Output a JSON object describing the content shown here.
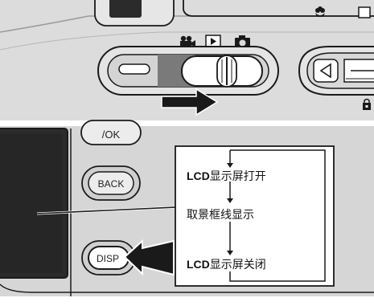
{
  "top_panel": {
    "mode_icons": {
      "movie": "movie-camera-icon",
      "playback": "playback-triangle-icon",
      "camera": "still-camera-icon"
    },
    "macro_icon": "flower-macro-icon",
    "left_arrow_button_icon": "left-triangle-icon",
    "slide_direction_arrow": "right-arrow-icon",
    "lock_icon": "lock-icon"
  },
  "bottom_panel": {
    "ok_label": "/OK",
    "back_label": "BACK",
    "disp_label": "DISP",
    "cycle": [
      {
        "latin": "LCD",
        "cjk": "显示屏打开"
      },
      {
        "latin": "",
        "cjk": "取景框线显示"
      },
      {
        "latin": "LCD",
        "cjk": "显示屏关闭"
      }
    ]
  },
  "colors": {
    "body_gray": "#dcdcdc",
    "body_light": "#ececec",
    "screen_dark": "#2b2b2b",
    "outline": "#1a1a1a",
    "watermark": "#eef1f4"
  }
}
